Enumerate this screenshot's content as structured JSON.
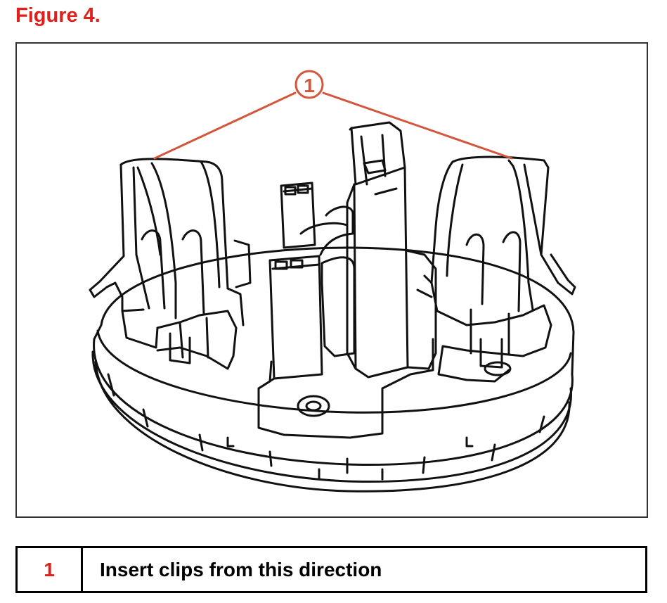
{
  "figure": {
    "title": "Figure 4.",
    "callout_number": "1"
  },
  "legend": {
    "rows": [
      {
        "number": "1",
        "description": "Insert clips from this direction"
      }
    ]
  },
  "colors": {
    "accent": "#e0201b",
    "callout_line": "#d2573c",
    "outline": "#111111",
    "frame": "#333333"
  }
}
